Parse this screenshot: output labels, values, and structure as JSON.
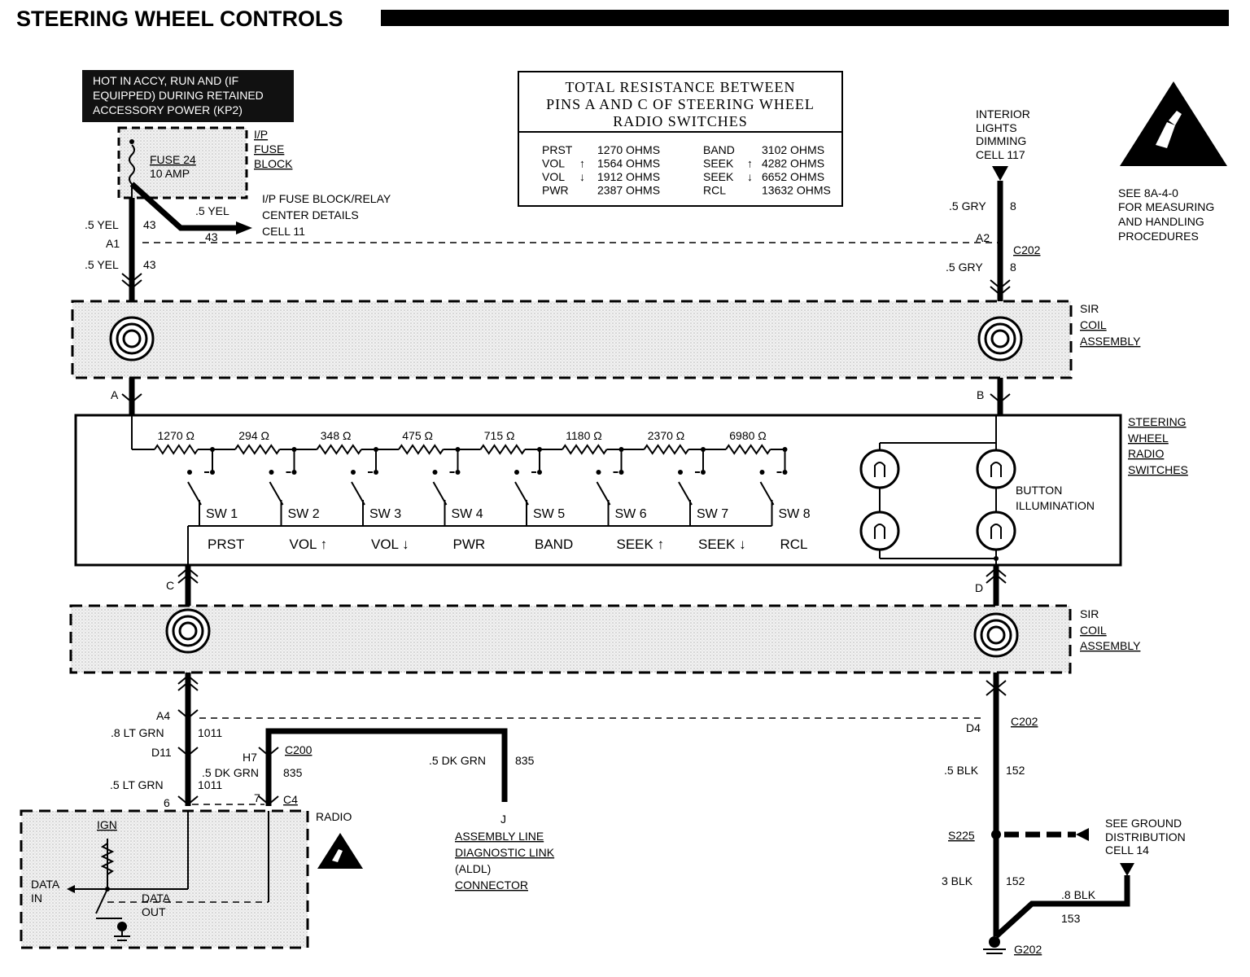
{
  "title": "STEERING WHEEL CONTROLS",
  "hot_note": [
    "HOT IN ACCY, RUN AND (IF",
    "EQUIPPED) DURING RETAINED",
    "ACCESSORY POWER (KP2)"
  ],
  "fuse_block": {
    "fuse_label": "FUSE 24",
    "fuse_rating": "10 AMP",
    "block_label": [
      "I/P",
      "FUSE",
      "BLOCK"
    ],
    "relay_ref": [
      "I/P FUSE BLOCK/RELAY",
      "CENTER DETAILS",
      "CELL 11"
    ],
    "branch_wire": ".5 YEL",
    "branch_circuit": "43"
  },
  "resistance_table": {
    "heading": [
      "TOTAL RESISTANCE BETWEEN",
      "PINS A AND C OF STEERING WHEEL",
      "RADIO SWITCHES"
    ],
    "left": [
      {
        "name": "PRST",
        "arrow": "",
        "value": "1270 OHMS"
      },
      {
        "name": "VOL",
        "arrow": "up",
        "value": "1564 OHMS"
      },
      {
        "name": "VOL",
        "arrow": "down",
        "value": "1912 OHMS"
      },
      {
        "name": "PWR",
        "arrow": "",
        "value": "2387 OHMS"
      }
    ],
    "right": [
      {
        "name": "BAND",
        "arrow": "",
        "value": "3102 OHMS"
      },
      {
        "name": "SEEK",
        "arrow": "up",
        "value": "4282 OHMS"
      },
      {
        "name": "SEEK",
        "arrow": "down",
        "value": "6652 OHMS"
      },
      {
        "name": "RCL",
        "arrow": "",
        "value": "13632 OHMS"
      }
    ]
  },
  "interior_lights": [
    "INTERIOR",
    "LIGHTS",
    "DIMMING",
    "CELL 117"
  ],
  "esd_note": [
    "SEE 8A-4-0",
    "FOR MEASURING",
    "AND HANDLING",
    "PROCEDURES"
  ],
  "wires": {
    "yel_gauge": ".5 YEL",
    "yel_circuit": "43",
    "gry_gauge": ".5 GRY",
    "gry_circuit": "8",
    "ltgrn_a4_gauge": ".8 LT GRN",
    "ltgrn_circuit": "1011",
    "ltgrn_c4_gauge": ".5 LT GRN",
    "dkgrn_gauge": ".5 DK GRN",
    "dkgrn_circuit": "835",
    "blk_gauge": ".5 BLK",
    "blk_circuit": "152",
    "blk3_gauge": "3 BLK",
    "blk8_gauge": ".8 BLK",
    "blk8_circuit": "153"
  },
  "pins": {
    "a1": "A1",
    "a2": "A2",
    "a": "A",
    "b": "B",
    "c": "C",
    "d": "D",
    "a4": "A4",
    "d4": "D4",
    "d11": "D11",
    "h7": "H7",
    "p6": "6",
    "p7": "7",
    "j": "J"
  },
  "connectors": {
    "c202": "C202",
    "c200": "C200",
    "c4": "C4",
    "s225": "S225",
    "g202": "G202"
  },
  "sir_label": [
    "SIR",
    "COIL",
    "ASSEMBLY"
  ],
  "switches_label": [
    "STEERING",
    "WHEEL",
    "RADIO",
    "SWITCHES"
  ],
  "resistors": [
    "1270 Ω",
    "294 Ω",
    "348 Ω",
    "475 Ω",
    "715 Ω",
    "1180 Ω",
    "2370 Ω",
    "6980 Ω"
  ],
  "switches": [
    {
      "sw": "SW 1",
      "func": "PRST",
      "arrow": ""
    },
    {
      "sw": "SW 2",
      "func": "VOL",
      "arrow": "up"
    },
    {
      "sw": "SW 3",
      "func": "VOL",
      "arrow": "down"
    },
    {
      "sw": "SW 4",
      "func": "PWR",
      "arrow": ""
    },
    {
      "sw": "SW 5",
      "func": "BAND",
      "arrow": ""
    },
    {
      "sw": "SW 6",
      "func": "SEEK",
      "arrow": "up"
    },
    {
      "sw": "SW 7",
      "func": "SEEK",
      "arrow": "down"
    },
    {
      "sw": "SW 8",
      "func": "RCL",
      "arrow": ""
    }
  ],
  "button_illumination": [
    "BUTTON",
    "ILLUMINATION"
  ],
  "radio": {
    "label": "RADIO",
    "ign": "IGN",
    "data_in": [
      "DATA",
      "IN"
    ],
    "data_out": [
      "DATA",
      "OUT"
    ]
  },
  "aldl": [
    "ASSEMBLY LINE",
    "DIAGNOSTIC LINK",
    "(ALDL)",
    "CONNECTOR"
  ],
  "ground_note": [
    "SEE GROUND",
    "DISTRIBUTION",
    "CELL 14"
  ]
}
